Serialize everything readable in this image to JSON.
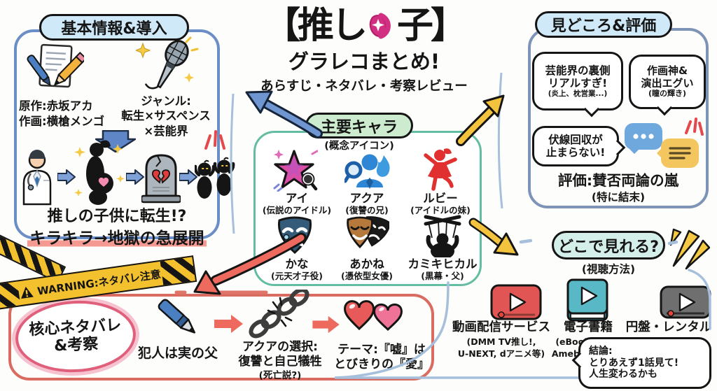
{
  "colors": {
    "pill_blue": "#cfe9f8",
    "pill_green": "#cdebce",
    "pill_mint": "#d4efe9",
    "box_blue": "#6a8ec5",
    "box_green": "#63bda2",
    "box_slate": "#7d94b6",
    "spoiler_red": "#d96b60",
    "tape_yellow": "#f3c12d",
    "title_magenta": "#d32f82",
    "highlight_underline": "#f59a92",
    "arrow_blue": "#6f96d1",
    "arrow_yellow": "#f4c33e",
    "arrow_red": "#ee6a5e"
  },
  "title": {
    "part1": "【推し",
    "no_glyph": "の",
    "part2": "子】",
    "subtitle": "グラレコまとめ!",
    "tagline": "あらすじ・ネタバレ・考察レビュー"
  },
  "basic_info": {
    "header": "基本情報&導入",
    "icons": [
      "memo-pen-icon",
      "microphone-icon"
    ],
    "credit_line1": "原作:赤坂アカ",
    "credit_line2": "作画:横槍メンゴ",
    "genre_line1": "ジャンル:",
    "genre_line2": "転生×サスペンス",
    "genre_line3": "×芸能界",
    "flow_icons": [
      "doctor-icon",
      "pregnant-mother-icon",
      "grave-broken-heart-icon",
      "twin-babies-icon"
    ],
    "story_line1": "推しの子供に転生!?",
    "story_line2": "キラキラ→地獄の急展開"
  },
  "characters": {
    "header": "主要キャラ",
    "subheader": "(概念アイコン)",
    "items": [
      {
        "name": "アイ",
        "role": "(伝説のアイドル)",
        "icon": "idol-star-mic-icon"
      },
      {
        "name": "アクア",
        "role": "(復讐の兄)",
        "icon": "magnifier-flame-icon"
      },
      {
        "name": "ルビー",
        "role": "(アイドルの妹)",
        "icon": "dancing-girl-icon"
      },
      {
        "name": "かな",
        "role": "(元天才子役)",
        "icon": "crying-mask-icon"
      },
      {
        "name": "あかね",
        "role": "(憑依型女優)",
        "icon": "double-mask-icon"
      },
      {
        "name": "カミキヒカル",
        "role": "(黒幕・父)",
        "icon": "puppeteer-icon"
      }
    ]
  },
  "highlights": {
    "header": "見どころ&評価",
    "bubble1_line1": "芸能界の裏側",
    "bubble1_line2": "リアルすぎ!",
    "bubble1_note": "(炎上、枕営業...)",
    "bubble2_line1": "作画神&",
    "bubble2_line2": "演出エグい",
    "bubble2_note": "(瞳の輝き)",
    "bubble3_line1": "伏線回収が",
    "bubble3_line2": "止まらない!",
    "rating_line1": "評価:賛否両論の嵐",
    "rating_line2": "(特に結末)"
  },
  "spoiler": {
    "warning_label": "WARNING:ネタバレ注意",
    "header_line1": "核心ネタバレ",
    "header_line2": "&考察",
    "culprit": "犯人は実の父",
    "choice_line1": "アクアの選択:",
    "choice_line2": "復讐と自己犠牲",
    "choice_note": "(死亡説?)",
    "theme_line1": "テーマ:『嘘』は",
    "theme_line2": "とびきりの『愛』"
  },
  "where_to_watch": {
    "header": "どこで見れる?",
    "subheader": "(視聴方法)",
    "option1_icon": "video-player-icon",
    "option1_label": "動画配信サービス",
    "option1_note1": "(DMM TV推し!,",
    "option1_note2": "U-NEXT, dアニメ等)",
    "option2_icon": "ebook-icon",
    "option2_label": "電子書籍",
    "option2_note1": "(eBookJapan,",
    "option2_note2": "Amebaマンガ等)",
    "option3_icon": "disc-player-icon",
    "option3_label": "円盤・レンタル",
    "conclusion_line1": "結論:",
    "conclusion_line2": "とりあえず1話見て!",
    "conclusion_line3": "人生変わるかも"
  }
}
